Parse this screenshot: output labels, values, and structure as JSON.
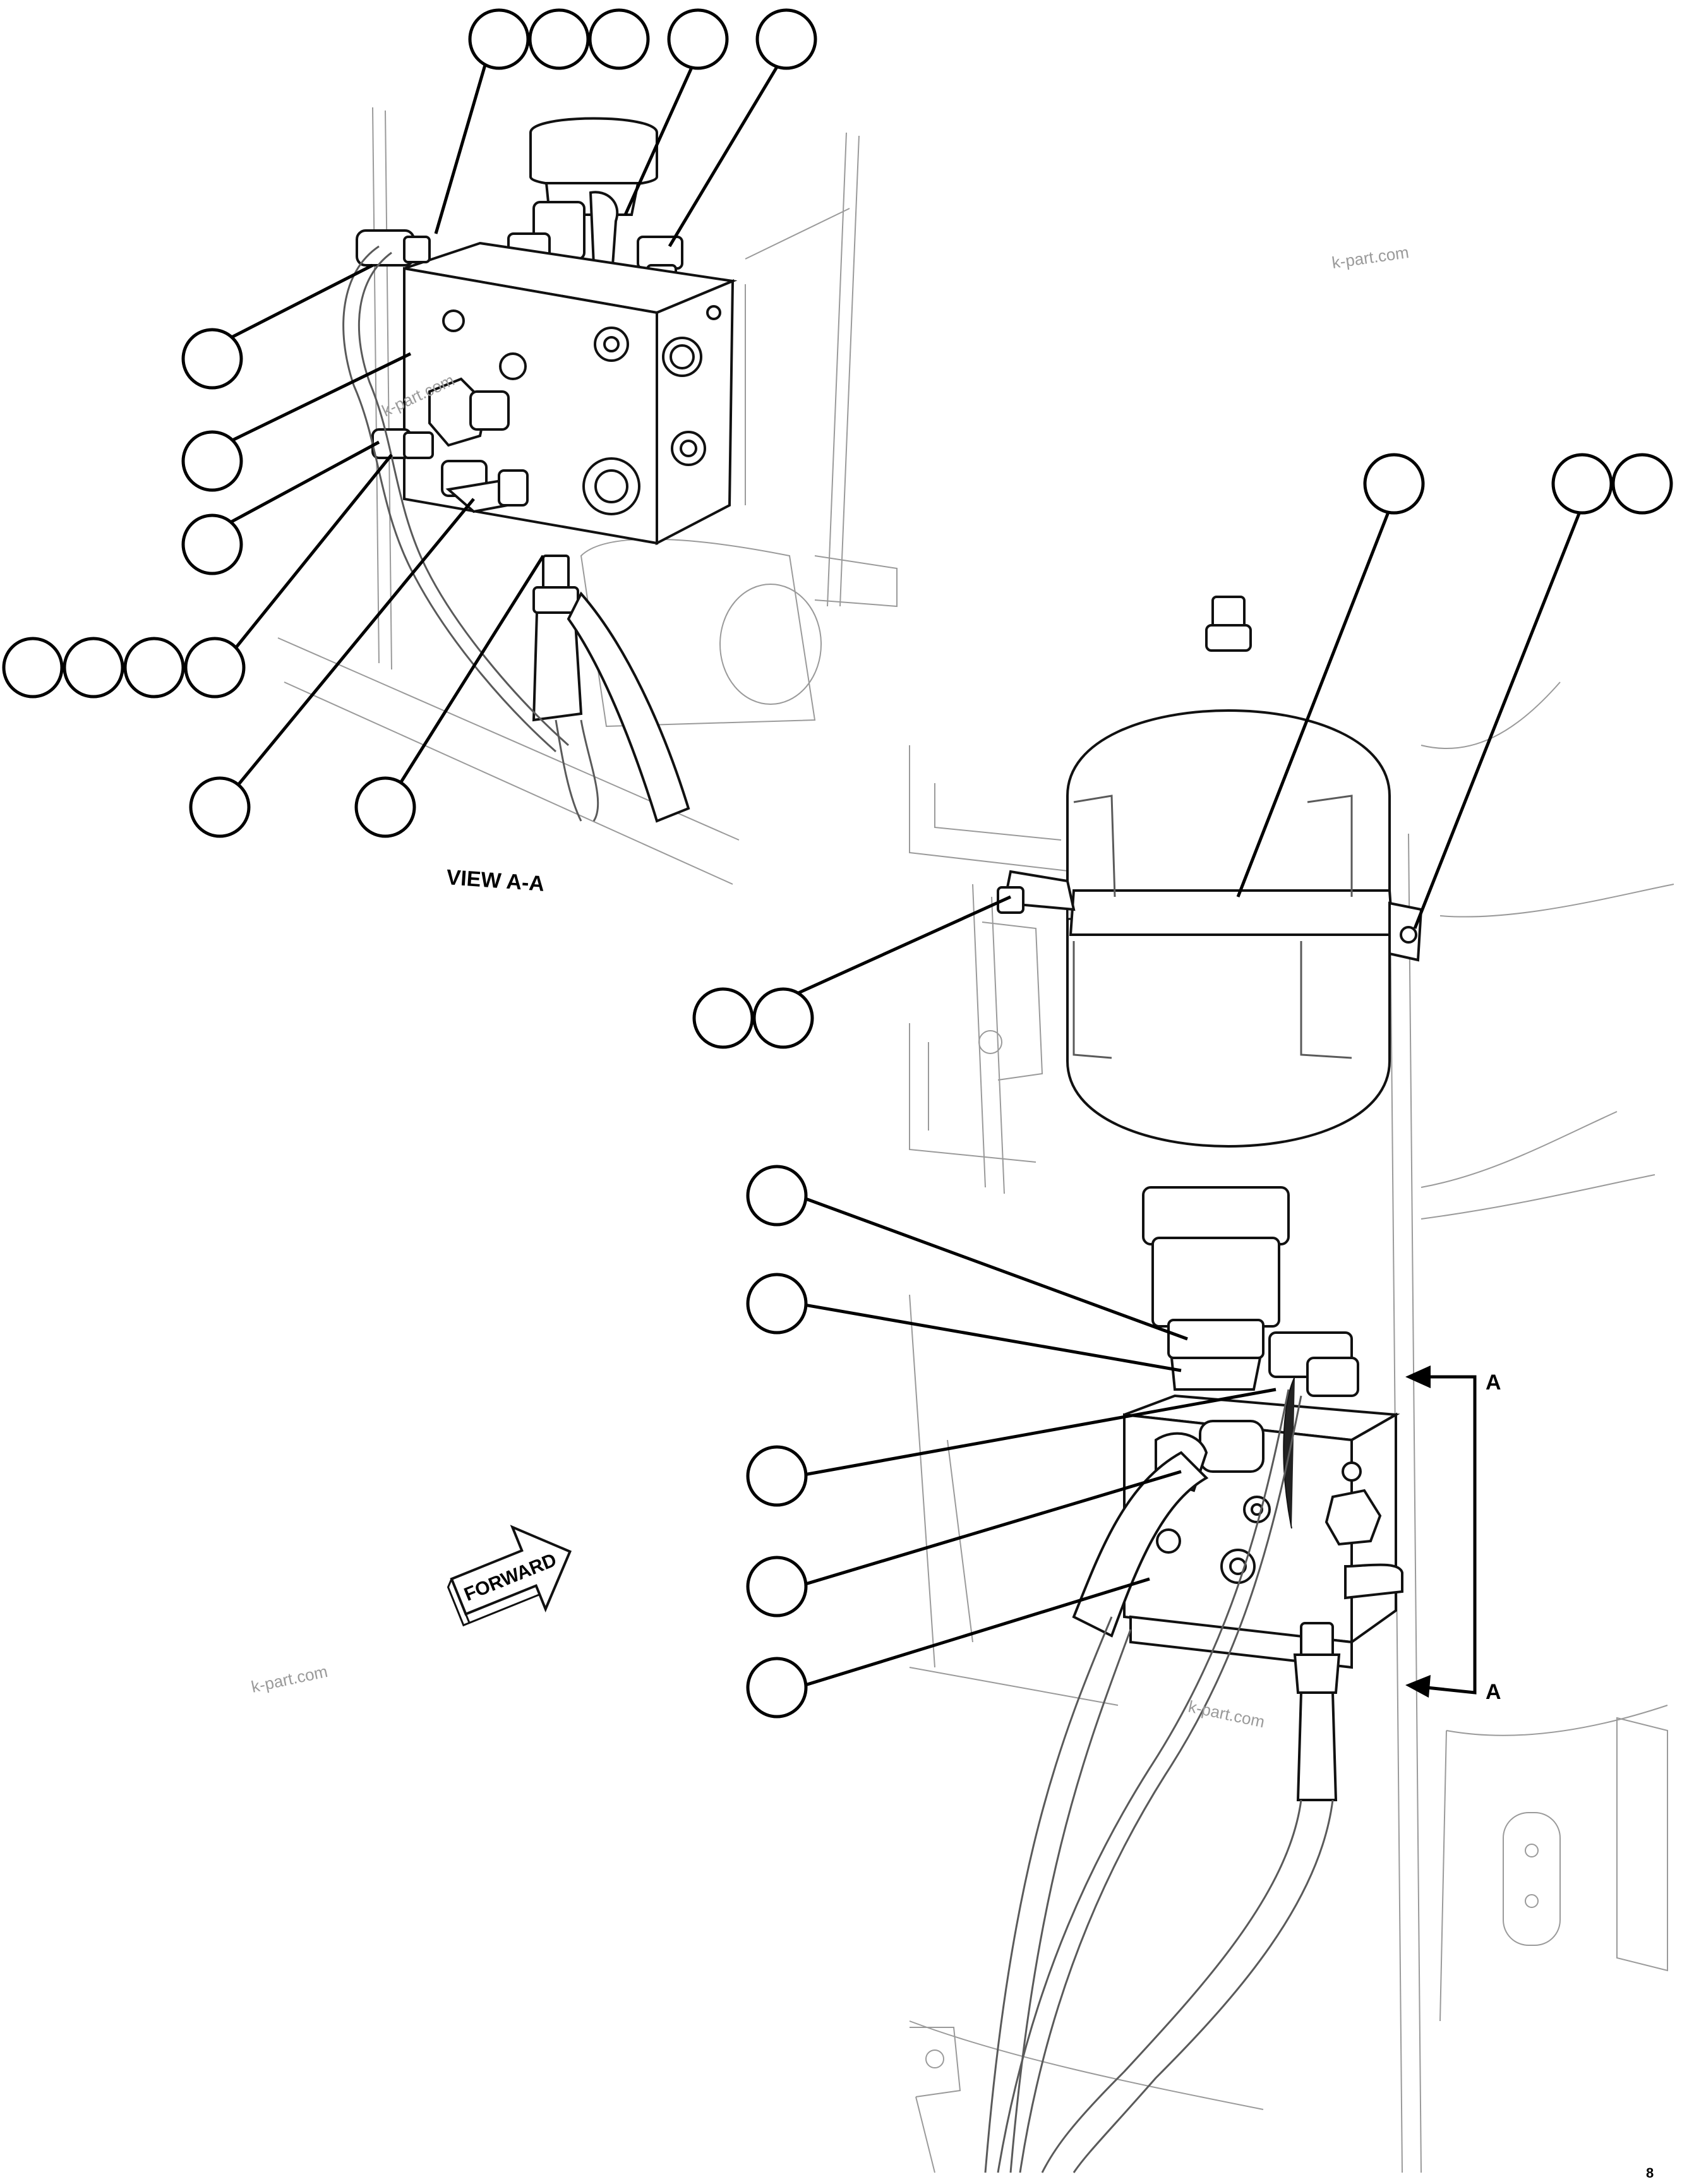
{
  "view_title": "VIEW A-A",
  "forward_label": "FORWARD",
  "section_marker": "A",
  "watermarks": [
    "k-part.com",
    "k-part.com",
    "k-part.com",
    "k-part.com"
  ],
  "corner_mark": "8",
  "icons": [
    "forward-arrow-icon",
    "section-arrow-icon"
  ],
  "colors": {
    "line": "#111111",
    "bubble_fill": "#ffffff",
    "watermark": "#9a9a9a"
  }
}
